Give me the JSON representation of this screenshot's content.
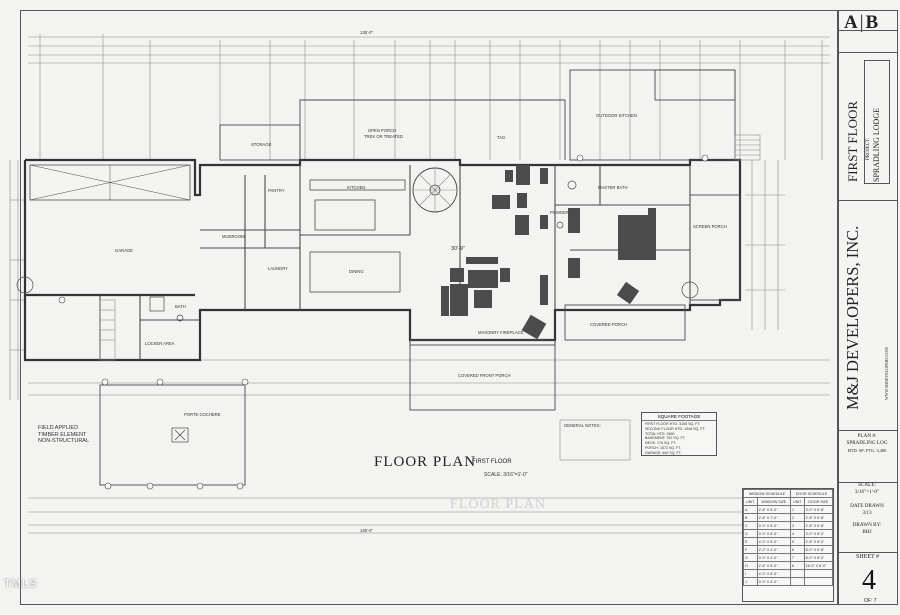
{
  "title_block": {
    "sheet_set": "A|B",
    "sheet_set_letter_a": "A",
    "sheet_set_letter_b": "B",
    "drawing_title": "FIRST FLOOR",
    "project_label": "PROJECT:",
    "project_name": "SPRADLING LODGE",
    "company": "M&J DEVELOPERS, INC.",
    "website": "WWW.MJDEVELOPERS.COM",
    "plan_label": "PLAN #:",
    "plan_name": "SPRADLING LOG",
    "plan_code": "HTD. SF: FTG. 3,480",
    "scale_label": "SCALE:",
    "scale_value": "3/16\"=1'-0\"",
    "date_label": "DATE DRAWN",
    "date_value": "3/13",
    "drawn_label": "DRAWN BY:",
    "drawn_value": "BHJ",
    "sheet_label": "SHEET #",
    "sheet_number": "4",
    "sheet_of": "OF: 7"
  },
  "plan": {
    "title": "FLOOR PLAN",
    "subtitle": "FIRST FLOOR",
    "scale": "SCALE: 3/16\"=1'-0\"",
    "ghost_title": "FLOOR PLAN",
    "overall_dim": "135'-0\"",
    "rooms": {
      "storage": "STORAGE",
      "open_porch": "OPEN PORCH",
      "open_porch_note": "TREX OR TREATED",
      "tag": "TAG",
      "outdoor_kitchen": "OUTDOOR KITCHEN",
      "garage": "GARAGE",
      "kitchen": "KITCHEN",
      "pantry": "PANTRY",
      "mudroom": "MUDROOM",
      "laundry": "LAUNDRY",
      "dining": "DINING",
      "master_bath": "MASTER BATH",
      "powder": "POWDER",
      "screen_porch": "SCREEN PORCH",
      "bath": "BATH",
      "locker_area": "LOCKER AREA",
      "covered_porch": "COVERED PORCH",
      "masonry_fireplace": "MASONRY FIREPLACE",
      "covered_front_porch": "COVERED FRONT PORCH",
      "porte_cochere": "PORTE COCHERE",
      "room_size": "30'-9\""
    },
    "field_note": [
      "FIELD APPLIED",
      "TIMBER ELEMENT",
      "NON-STRUCTURAL"
    ],
    "general_notes_title": "GENERAL NOTES:",
    "square_footage": {
      "title": "SQUARE FOOTAGE",
      "lines": [
        "FIRST FLOOR HTD: 3150 SQ. FT.",
        "SECOND FLOOR HTD: 1548 SQ. FT.",
        "TOTAL HTD: 3480",
        "BASEMENT: 762 SQ. FT.",
        "DECK: 176 SQ. FT.",
        "PORCH: 1572 SQ. FT.",
        "GARAGE: 640 SQ. FT."
      ]
    }
  },
  "schedules": {
    "window_title": "WINDOW SCHEDULE",
    "door_title": "DOOR SCHEDULE",
    "headers": [
      "UNIT",
      "WINDOW SIZE",
      "UNIT",
      "DOOR SIZE"
    ],
    "rows": [
      [
        "A",
        "2'-8\" X 5'-0\"",
        "1",
        "3'-0\" X 6'-8\""
      ],
      [
        "B",
        "2'-8\" X 7'-0\"",
        "2",
        "2'-8\" X 6'-8\""
      ],
      [
        "C",
        "3'-0\" X 5'-0\"",
        "3",
        "2'-6\" X 6'-8\""
      ],
      [
        "D",
        "3'-0\" X 6'-0\"",
        "4",
        "3'-0\" X 8'-0\""
      ],
      [
        "E",
        "4'-0\" X 5'-0\"",
        "5",
        "2'-8\" X 8'-0\""
      ],
      [
        "F",
        "2'-0\" X 4'-0\"",
        "6",
        "6'-0\" X 6'-8\""
      ],
      [
        "G",
        "3'-0\" X 4'-0\"",
        "7",
        "8'-0\" X 8'-0\""
      ],
      [
        "H",
        "2'-6\" X 5'-0\"",
        "8",
        "16'-0\" X 8'-0\""
      ],
      [
        "I",
        "4'-0\" X 6'-0\"",
        "",
        ""
      ],
      [
        "J",
        "3'-0\" X 3'-0\"",
        "",
        ""
      ]
    ]
  },
  "watermark": "TMLS"
}
